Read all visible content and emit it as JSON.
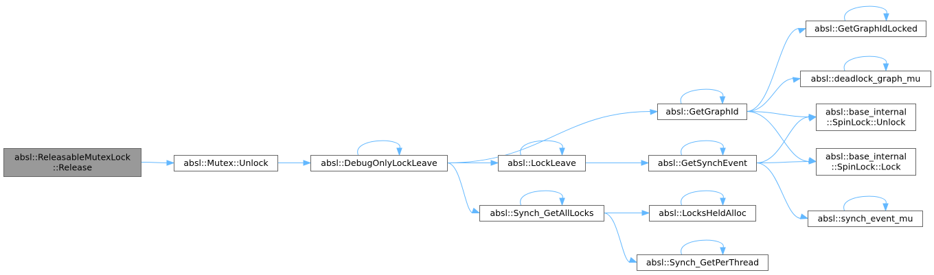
{
  "graph": {
    "colors": {
      "edge": "#63b8ff",
      "root_fill": "#999999",
      "node_fill": "#ffffff",
      "node_border": "#666666"
    },
    "nodes": [
      {
        "id": "release",
        "lines": [
          "absl::ReleasableMutexLock",
          "::Release"
        ],
        "root": true
      },
      {
        "id": "unlock",
        "lines": [
          "absl::Mutex::Unlock"
        ]
      },
      {
        "id": "dbg",
        "lines": [
          "absl::DebugOnlyLockLeave"
        ]
      },
      {
        "id": "lockleave",
        "lines": [
          "absl::LockLeave"
        ]
      },
      {
        "id": "getall",
        "lines": [
          "absl::Synch_GetAllLocks"
        ]
      },
      {
        "id": "getgraphid",
        "lines": [
          "absl::GetGraphId"
        ]
      },
      {
        "id": "getsynch",
        "lines": [
          "absl::GetSynchEvent"
        ]
      },
      {
        "id": "locksheld",
        "lines": [
          "absl::LocksHeldAlloc"
        ]
      },
      {
        "id": "perthread",
        "lines": [
          "absl::Synch_GetPerThread"
        ]
      },
      {
        "id": "locked",
        "lines": [
          "absl::GetGraphIdLocked"
        ]
      },
      {
        "id": "deadlock",
        "lines": [
          "absl::deadlock_graph_mu"
        ]
      },
      {
        "id": "spinunlock",
        "lines": [
          "absl::base_internal",
          "::SpinLock::Unlock"
        ]
      },
      {
        "id": "spinlock",
        "lines": [
          "absl::base_internal",
          "::SpinLock::Lock"
        ]
      },
      {
        "id": "synchmu",
        "lines": [
          "absl::synch_event_mu"
        ]
      }
    ],
    "edges": [
      [
        "release",
        "unlock"
      ],
      [
        "unlock",
        "dbg"
      ],
      [
        "dbg",
        "dbg"
      ],
      [
        "dbg",
        "getgraphid"
      ],
      [
        "dbg",
        "lockleave"
      ],
      [
        "dbg",
        "getall"
      ],
      [
        "lockleave",
        "lockleave"
      ],
      [
        "lockleave",
        "getsynch"
      ],
      [
        "getall",
        "getall"
      ],
      [
        "getall",
        "locksheld"
      ],
      [
        "getall",
        "perthread"
      ],
      [
        "getgraphid",
        "getgraphid"
      ],
      [
        "getgraphid",
        "locked"
      ],
      [
        "getgraphid",
        "deadlock"
      ],
      [
        "getgraphid",
        "spinunlock"
      ],
      [
        "getgraphid",
        "spinlock"
      ],
      [
        "getsynch",
        "getsynch"
      ],
      [
        "getsynch",
        "spinunlock"
      ],
      [
        "getsynch",
        "spinlock"
      ],
      [
        "getsynch",
        "synchmu"
      ],
      [
        "locksheld",
        "locksheld"
      ],
      [
        "perthread",
        "perthread"
      ],
      [
        "locked",
        "locked"
      ],
      [
        "deadlock",
        "deadlock"
      ],
      [
        "synchmu",
        "synchmu"
      ]
    ]
  }
}
